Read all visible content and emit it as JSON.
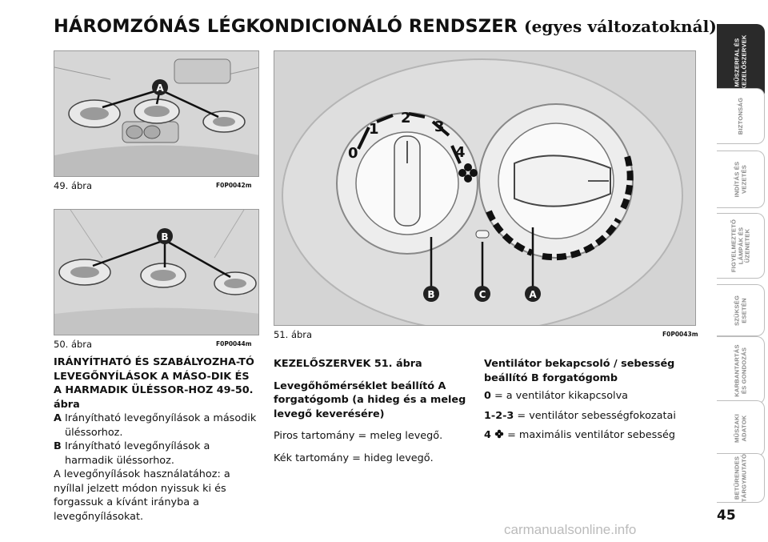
{
  "title": {
    "main": "HÁROMZÓNÁS LÉGKONDICIONÁLÓ RENDSZER",
    "sub": "(egyes változatoknál)"
  },
  "fig49": {
    "caption": "49. ábra",
    "code": "F0P0042m",
    "callout": "A"
  },
  "fig50": {
    "caption": "50. ábra",
    "code": "F0P0044m",
    "callout": "B"
  },
  "fig51": {
    "caption": "51. ábra",
    "code": "F0P0043m",
    "callouts": [
      "B",
      "C",
      "A"
    ],
    "fan_scale": [
      "0",
      "1",
      "2",
      "3",
      "4"
    ]
  },
  "left_text": {
    "heading": "IRÁNYÍTHATÓ ÉS SZABÁLYOZHA-TÓ LEVEGŐNYÍLÁSOK A MÁSO-DIK ÉS A HARMADIK ÜLÉSSOR-HOZ 49-50. ábra",
    "items": [
      {
        "key": "A",
        "text": "Irányítható levegőnyílások a második üléssorhoz."
      },
      {
        "key": "B",
        "text": "Irányítható levegőnyílások a harmadik üléssorhoz."
      }
    ],
    "paragraph": "A levegőnyílások használatához: a nyíllal jelzett módon nyissuk ki és forgassuk a kívánt irányba a levegőnyílásokat."
  },
  "mid_text": {
    "heading": "KEZELŐSZERVEK 51. ábra",
    "subheading": "Levegőhőmérséklet beállító A forgatógomb (a hideg és a meleg levegő keverésére)",
    "lines": [
      "Piros tartomány = meleg levegő.",
      "Kék tartomány = hideg levegő."
    ]
  },
  "right_text": {
    "heading": "Ventilátor bekapcsoló / sebesség beállító B forgatógomb",
    "items": [
      {
        "key": "0",
        "text": "= a ventilátor kikapcsolva"
      },
      {
        "key": "1-2-3",
        "text": "= ventilátor sebességfokozatai"
      },
      {
        "key": "4",
        "text": "= maximális ventilátor sebesség"
      }
    ]
  },
  "sidebar": {
    "tabs": [
      {
        "label": "MŰSZERFAL ÉS\nKEZELŐSZERVEK",
        "active": true
      },
      {
        "label": "BIZTONSÁG",
        "active": false
      },
      {
        "label": "INDÍTÁS ÉS\nVEZETÉS",
        "active": false
      },
      {
        "label": "FIGYELMEZTETŐ\nLÁMPÁK ÉS\nÜZENETEK",
        "active": false
      },
      {
        "label": "SZÜKSÉG\nESETÉN",
        "active": false
      },
      {
        "label": "KARBANTARTÁS\nÉS GONDOZÁS",
        "active": false
      },
      {
        "label": "MŰSZAKI\nADATOK",
        "active": false
      },
      {
        "label": "BETŰRENDES\nTÁRGYMUTATÓ",
        "active": false
      }
    ],
    "page_number": "45"
  },
  "watermark": "carmanualsonline.info",
  "colors": {
    "figure_bg": "#d8d8d8",
    "active_tab": "#2a2a2a",
    "text": "#111111"
  }
}
